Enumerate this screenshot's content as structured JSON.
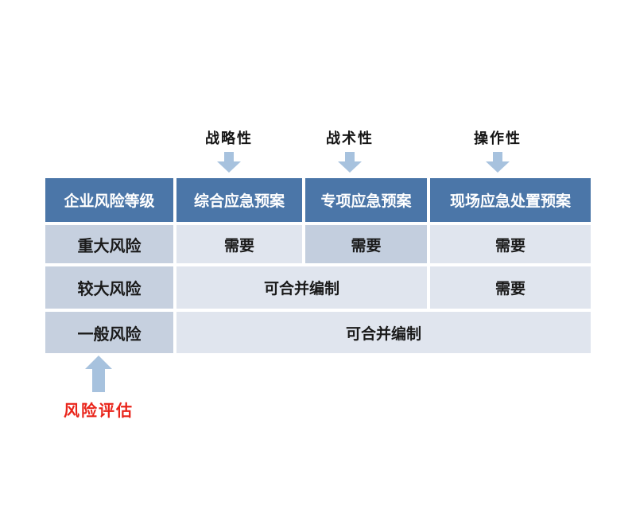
{
  "annotations": {
    "top": [
      {
        "label": "战略性"
      },
      {
        "label": "战术性"
      },
      {
        "label": "操作性"
      }
    ],
    "bottom_label": "风险评估"
  },
  "table": {
    "headers": [
      "企业风险等级",
      "综合应急预案",
      "专项应急预案",
      "现场应急处置预案"
    ],
    "rows": [
      {
        "level": "重大风险",
        "cells": [
          {
            "text": "需要"
          },
          {
            "text": "需要"
          },
          {
            "text": "需要"
          }
        ]
      },
      {
        "level": "较大风险",
        "cells": [
          {
            "text": "可合并编制"
          },
          {
            "text": "需要"
          }
        ]
      },
      {
        "level": "一般风险",
        "cells": [
          {
            "text": "可合并编制"
          }
        ]
      }
    ]
  },
  "colors": {
    "header_bg": "#4b76a8",
    "level_bg": "#c6d0df",
    "cell_bg": "#e0e5ee",
    "cell_bg_dark": "#c3cede",
    "arrow": "#a7c2de",
    "accent_red": "#e9241a"
  }
}
